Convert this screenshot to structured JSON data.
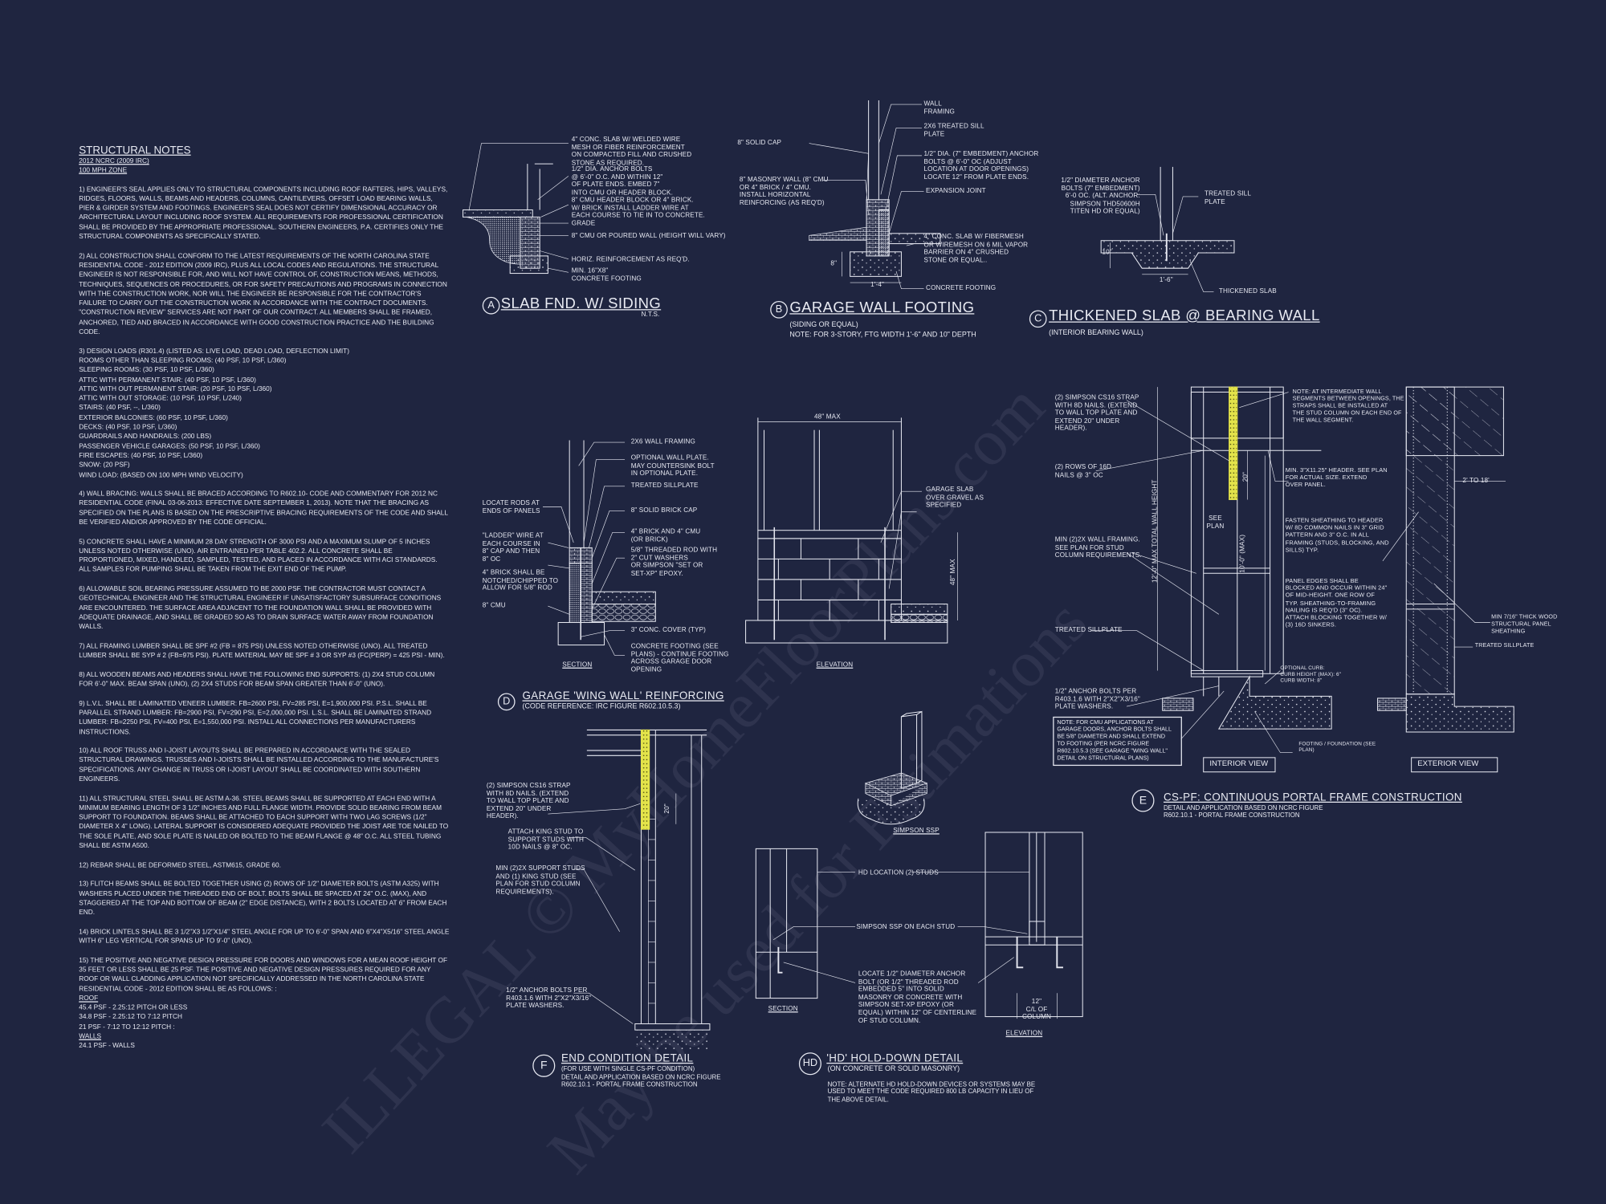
{
  "colors": {
    "background": "#1f2540",
    "linework": "#e6e8f1",
    "strap_highlight": "#e3e34a"
  },
  "notes": {
    "title": "STRUCTURAL NOTES",
    "code": "2012 NCRC (2009 IRC)",
    "zone": "100 mph ZONE",
    "p1": "1) ENGINEER'S SEAL APPLIES ONLY TO STRUCTURAL COMPONENTS INCLUDING ROOF RAFTERS, HIPS, VALLEYS, RIDGES, FLOORS, WALLS, BEAMS AND HEADERS, COLUMNS, CANTILEVERS, OFFSET LOAD BEARING WALLS, PIER & GIRDER SYSTEM AND FOOTINGS. ENGINEER'S SEAL DOES NOT CERTIFY DIMENSIONAL ACCURACY OR ARCHITECTURAL LAYOUT INCLUDING ROOF SYSTEM. ALL REQUIREMENTS FOR PROFESSIONAL CERTIFICATION SHALL BE PROVIDED BY THE APPROPRIATE PROFESSIONAL. SOUTHERN ENGINEERS, P.A. CERTIFIES ONLY THE STRUCTURAL COMPONENTS AS SPECIFICALLY STATED.",
    "p2": "2) ALL CONSTRUCTION SHALL CONFORM TO THE LATEST REQUIREMENTS OF THE NORTH CAROLINA STATE RESIDENTIAL CODE - 2012 EDITION (2009 IRC), PLUS ALL LOCAL CODES AND REGULATIONS. THE STRUCTURAL ENGINEER IS NOT RESPONSIBLE FOR, AND WILL NOT HAVE CONTROL OF, CONSTRUCTION MEANS, METHODS, TECHNIQUES, SEQUENCES OR PROCEDURES, OR FOR SAFETY PRECAUTIONS AND PROGRAMS IN CONNECTION WITH THE CONSTRUCTION WORK, NOR WILL THE ENGINEER BE RESPONSIBLE FOR THE CONTRACTOR'S FAILURE TO CARRY OUT THE CONSTRUCTION WORK IN ACCORDANCE WITH THE CONTRACT DOCUMENTS. \"CONSTRUCTION REVIEW\" SERVICES ARE NOT PART OF OUR CONTRACT. ALL MEMBERS SHALL BE FRAMED, ANCHORED, TIED AND BRACED IN ACCORDANCE WITH GOOD CONSTRUCTION PRACTICE AND THE BUILDING CODE.",
    "p3_lines": [
      "3) DESIGN LOADS (R301.4) (LISTED AS: LIVE LOAD, DEAD LOAD, DEFLECTION LIMIT)",
      "ROOMS OTHER THAN SLEEPING ROOMS: (40 PSF, 10 PSF, L/360)",
      "SLEEPING ROOMS: (30 PSF, 10 PSF, L/360)",
      "ATTIC WITH PERMANENT STAIR: (40 PSF, 10 PSF, L/360)",
      "ATTIC WITH OUT PERMANENT STAIR: (20 PSF, 10 PSF, L/360)",
      "ATTIC WITH OUT STORAGE: (10 PSF, 10 PSF, L/240)",
      "STAIRS: (40 PSF, --, L/360)",
      "EXTERIOR BALCONIES: (60 PSF, 10 PSF, L/360)",
      "DECKS: (40 PSF, 10 PSF, L/360)",
      "GUARDRAILS AND HANDRAILS: (200 LBS)",
      "PASSENGER VEHICLE GARAGES: (50 PSF, 10 PSF, L/360)",
      "FIRE ESCAPES: (40 PSF, 10 PSF, L/360)",
      "SNOW: (20 PSF)",
      "WIND LOAD: (BASED ON 100 MPH WIND VELOCITY)"
    ],
    "p4": "4) WALL BRACING: WALLS SHALL BE BRACED ACCORDING TO R602.10- CODE AND COMMENTARY FOR 2012 NC RESIDENTIAL CODE (FINAL 03-06-2013: EFFECTIVE DATE SEPTEMBER 1, 2013). NOTE THAT THE BRACING AS SPECIFIED ON THE PLANS IS BASED ON THE PRESCRIPTIVE BRACING REQUIREMENTS OF THE CODE AND SHALL BE VERIFIED AND/OR APPROVED BY THE CODE OFFICIAL.",
    "p5": "5) CONCRETE SHALL HAVE A MINIMUM 28 DAY STRENGTH OF 3000 PSI AND A MAXIMUM SLUMP OF 5 INCHES UNLESS NOTED OTHERWISE (UNO). AIR ENTRAINED PER TABLE 402.2. ALL CONCRETE SHALL BE PROPORTIONED, MIXED, HANDLED, SAMPLED, TESTED, AND PLACED IN ACCORDANCE WITH ACI STANDARDS. ALL SAMPLES FOR PUMPING SHALL BE TAKEN FROM THE EXIT END OF THE PUMP.",
    "p6": "6) ALLOWABLE SOIL BEARING PRESSURE ASSUMED TO BE 2000 PSF. THE CONTRACTOR MUST CONTACT A GEOTECHNICAL ENGINEER AND THE STRUCTURAL ENGINEER IF UNSATISFACTORY SUBSURFACE CONDITIONS ARE ENCOUNTERED. THE SURFACE AREA ADJACENT TO THE FOUNDATION WALL SHALL BE PROVIDED WITH ADEQUATE DRAINAGE, AND SHALL BE GRADED SO AS TO DRAIN SURFACE WATER AWAY FROM FOUNDATION WALLS.",
    "p7": "7) ALL FRAMING LUMBER SHALL BE SPF #2 (Fb = 875 PSI) UNLESS NOTED OTHERWISE (UNO). ALL TREATED LUMBER SHALL BE SYP # 2 (Fb=975 PSI). PLATE MATERIAL MAY BE SPF # 3 OR SYP #3 (Fc(perp) = 425 PSI - MIN).",
    "p8": "8) ALL WOODEN BEAMS AND HEADERS SHALL HAVE THE FOLLOWING END SUPPORTS: (1) 2x4 STUD COLUMN FOR 6'-0\" MAX. BEAM SPAN (UNO), (2) 2X4 STUDS FOR BEAM SPAN GREATER THAN 6'-0\" (UNO).",
    "p9": "9) L.V.L. SHALL BE LAMINATED VENEER LUMBER: Fb=2600 PSI, Fv=285 PSI, E=1,900,000 PSI. P.S.L. SHALL BE PARALLEL STRAND LUMBER: Fb=2900 PSI, Fv=290 PSI, E=2,000,000 PSI. L.S.L. SHALL BE LAMINATED STRAND LUMBER: Fb=2250 PSI, Fv=400 PSI, E=1,550,000 PSI. INSTALL ALL CONNECTIONS PER MANUFACTURERS INSTRUCTIONS.",
    "p10": "10) ALL ROOF TRUSS AND I-JOIST LAYOUTS SHALL BE PREPARED IN ACCORDANCE WITH THE SEALED STRUCTURAL DRAWINGS. TRUSSES AND I-JOISTS SHALL BE INSTALLED ACCORDING TO THE MANUFACTURE'S SPECIFICATIONS. ANY CHANGE IN TRUSS OR I-JOIST LAYOUT SHALL BE COORDINATED WITH SOUTHERN ENGINEERS.",
    "p11": "11) ALL STRUCTURAL STEEL SHALL BE ASTM A-36. STEEL BEAMS SHALL BE SUPPORTED AT EACH END WITH A MINIMUM BEARING LENGTH OF 3 1/2\" INCHES AND FULL FLANGE WIDTH. PROVIDE SOLID BEARING FROM BEAM SUPPORT TO FOUNDATION. BEAMS SHALL BE ATTACHED TO EACH SUPPORT WITH TWO LAG SCREWS (1/2\" DIAMETER x 4\" LONG). LATERAL SUPPORT IS CONSIDERED ADEQUATE PROVIDED THE JOIST ARE TOE NAILED TO THE SOLE PLATE, AND SOLE PLATE IS NAILED OR BOLTED TO THE BEAM FLANGE @ 48\" O.C. ALL STEEL TUBING SHALL BE ASTM A500.",
    "p12": "12) REBAR SHALL BE DEFORMED STEEL, ASTM615, GRADE 60.",
    "p13": "13) FLITCH BEAMS SHALL BE BOLTED TOGETHER USING (2) ROWS OF 1/2\" DIAMETER BOLTS (ASTM A325) WITH WASHERS PLACED UNDER THE THREADED END OF BOLT. BOLTS SHALL BE SPACED AT 24\" O.C. (MAX), AND STAGGERED AT THE TOP AND BOTTOM OF BEAM (2\" EDGE DISTANCE), WITH 2 BOLTS LOCATED AT 6\" FROM EACH END.",
    "p14": "14) BRICK LINTELS SHALL BE 3 1/2\"x3 1/2\"x1/4\" STEEL ANGLE FOR UP TO 6'-0\" SPAN AND 6\"x4\"x5/16\" STEEL ANGLE WITH 6\" LEG VERTICAL FOR SPANS UP TO 9'-0\" (UNO).",
    "p15": "15) THE POSITIVE AND NEGATIVE DESIGN PRESSURE FOR DOORS AND WINDOWS FOR A MEAN ROOF HEIGHT OF 35 FEET OR LESS SHALL BE 25 PSF. THE POSITIVE AND NEGATIVE DESIGN PRESSURES REQUIRED FOR ANY ROOF OR WALL CLADDING APPLICATION NOT SPECIFICALLY ADDRESSED IN THE NORTH CAROLINA STATE RESIDENTIAL CODE - 2012 EDITION SHALL BE AS FOLLOWS: :",
    "roof_heading": "ROOF",
    "roof_lines": [
      "45.4 PSF - 2.25:12 PITCH OR LESS",
      "34.8 PSF - 2.25:12 TO 7:12 PITCH",
      "21 PSF - 7:12 TO 12:12 PITCH :"
    ],
    "walls_heading": "WALLS",
    "walls_lines": [
      "24.1 PSF - WALLS"
    ]
  },
  "detail_a": {
    "letter": "A",
    "title": "SLAB FND. W/ SIDING",
    "scale": "N.T.S.",
    "labels": [
      "4\" CONC. SLAB W/ WELDED WIRE\nMESH OR FIBER REINFORCEMENT\nON COMPACTED FILL AND CRUSHED\nSTONE AS REQUIRED.",
      "1/2\" DIA. ANCHOR BOLTS\n@ 6'-0\" O.C. AND WITHIN 12\"\nOF PLATE ENDS. EMBED 7\"\nINTO CMU OR HEADER BLOCK.",
      "8\" CMU HEADER BLOCK OR 4\" BRICK.\nW/ BRICK INSTALL LADDER WIRE AT\nEACH COURSE TO TIE IN TO CONCRETE.",
      "GRADE",
      "8\" CMU OR POURED WALL (HEIGHT WILL VARY)",
      "HORIZ. REINFORCEMENT AS REQ'D.",
      "MIN. 16\"X8\"\nCONCRETE FOOTING"
    ]
  },
  "detail_b": {
    "letter": "B",
    "title": "GARAGE WALL FOOTING",
    "subtitle": "(SIDING OR EQUAL)",
    "note": "NOTE: FOR 3-STORY, FTG WIDTH 1'-6\" AND 10\" DEPTH",
    "labels": [
      "WALL\nFRAMING",
      "2x6 TREATED SILL\nPLATE",
      "8\" SOLID CAP",
      "1/2\" DIA. (7\" EMBEDMENT) ANCHOR\nBOLTS @ 6'-0\" OC (ADJUST\nLOCATION AT DOOR OPENINGS)\nLOCATE 12\" FROM PLATE ENDS.",
      "8\" MASONRY WALL (8\" CMU\nOR 4\" BRICK / 4\" CMU.\nINSTALL HORIZONTAL\nREINFORCING (AS REQ'D)",
      "EXPANSION JOINT",
      "4\" CONC. SLAB w/ FIBERMESH\nOR WIREMESH ON 6 MIL VAPOR\nBARRIER ON 4\" CRUSHED\nSTONE OR EQUAL..",
      "CONCRETE FOOTING"
    ],
    "dims": [
      "8\"",
      "1'-4\""
    ]
  },
  "detail_c": {
    "letter": "C",
    "title": "THICKENED SLAB @ BEARING WALL",
    "subtitle": "(INTERIOR BEARING WALL)",
    "labels": [
      "1/2\" DIAMETER ANCHOR\nBOLTS (7\" EMBEDMENT)\n6'-0 OC. (ALT. ANCHOR:\nSIMPSON THD50600H\nTITEN HD OR EQUAL)",
      "TREATED SILL\nPLATE",
      "THICKENED SLAB"
    ],
    "dims": [
      "10\"",
      "1'-6\""
    ]
  },
  "detail_d": {
    "letter": "D",
    "title": "GARAGE 'WING WALL' REINFORCING",
    "subtitle": "(CODE REFERENCE: IRC FIGURE R602.10.5.3)",
    "section_label": "SECTION",
    "elevation_label": "ELEVATION",
    "labels": [
      "LOCATE RODS AT\nENDS OF PANELS",
      "\"LADDER\" WIRE AT\nEACH COURSE IN\n8\" CAP AND THEN\n8\" OC",
      "4\" BRICK SHALL BE\nNOTCHED/CHIPPED TO\nALLOW FOR 5/8\" ROD",
      "8\" CMU",
      "2x6 WALL FRAMING",
      "OPTIONAL WALL PLATE.\nMAY COUNTERSINK BOLT\nIN OPTIONAL PLATE.",
      "TREATED SILLPLATE",
      "8\" SOLID BRICK CAP",
      "4\" BRICK AND 4\" CMU\n(OR BRICK)",
      "5/8\" THREADED ROD WITH\n2\" CUT WASHERS\nOR SIMPSON \"SET OR\nSET-XP\" EPOXY.",
      "3\" CONC. COVER (TYP)",
      "CONCRETE FOOTING (SEE\nPLANS) - CONTINUE FOOTING\nACROSS GARAGE DOOR\nOPENING",
      "GARAGE SLAB\nOVER GRAVEL AS\nSPECIFIED"
    ],
    "dims": [
      "48\" MAX",
      "48\" MAX"
    ]
  },
  "detail_e": {
    "letter": "E",
    "title": "CS-PF: CONTINUOUS PORTAL FRAME CONSTRUCTION",
    "subtitle": "DETAIL AND APPLICATION BASED ON NCRC FIGURE\nR602.10.1 - PORTAL FRAME CONSTRUCTION",
    "interior_view": "INTERIOR VIEW",
    "exterior_view": "EXTERIOR VIEW",
    "labels": [
      "(2) SIMPSON CS16 STRAP\nWITH 8d NAILS. (EXTEND\nTO WALL TOP PLATE AND\nEXTEND 20\" UNDER\nHEADER).",
      "(2) ROWS OF 16d\nNAILS @ 3\" OC",
      "MIN (2)2X WALL FRAMING.\nSEE PLAN FOR STUD\nCOLUMN REQUIREMENTS.",
      "TREATED SILLPLATE",
      "1/2\" ANCHOR BOLTS PER\nR403.1.6 WITH 2\"x2\"x3/16\"\nPLATE WASHERS.",
      "NOTE: AT INTERMEDIATE WALL\nSEGMENTS BETWEEN OPENINGS, THE\nSTRAPS SHALL BE INSTALLED AT\nTHE STUD COLUMN ON EACH END OF\nTHE WALL SEGMENT.",
      "MIN. 3\"x11.25\" HEADER. SEE PLAN\nFOR ACTUAL SIZE. EXTEND\nOVER PANEL.",
      "FASTEN SHEATHING TO HEADER\nW/ 8d COMMON NAILS IN 3\" GRID\nPATTERN AND 3\" O.C. IN ALL\nFRAMING (STUDS, BLOCKING, AND\nSILLS) TYP.",
      "PANEL EDGES SHALL BE\nBLOCKED AND OCCUR WITHIN 24\"\nOF MID-HEIGHT. ONE ROW OF\nTYP. SHEATHING-TO-FRAMING\nNAILING IS REQ'D (3\" OC).\nATTACH BLOCKING TOGETHER W/\n(3) 16d SINKERS.",
      "OPTIONAL CURB:\nCURB HEIGHT (MAX): 6\"\nCURB WIDTH: 8\"",
      "FOOTING / FOUNDATION (SEE\nPLAN)",
      "MIN 7/16\" THICK WOOD\nSTRUCTURAL PANEL\nSHEATHING",
      "TREATED SILLPLATE",
      "SEE\nPLAN"
    ],
    "note_box": "NOTE: FOR CMU APPLICATIONS AT\nGARAGE DOORS, ANCHOR BOLTS SHALL\nBE 5/8\" DIAMETER AND SHALL EXTEND\nTO FOOTING (PER NCRC FIGURE\nR602.10.5.3 (SEE GARAGE \"WING WALL\"\nDETAIL ON STRUCTURAL PLANS)",
    "dims": [
      "12'-0\" MAX TOTAL WALL HEIGHT",
      "10'-0\" (MAX)",
      "20\"",
      "2' TO 18'"
    ]
  },
  "detail_f": {
    "letter": "F",
    "title": "END CONDITION DETAIL",
    "subtitle": "(FOR USE WITH SINGLE CS-PF CONDITION)\nDETAIL AND APPLICATION BASED ON NCRC FIGURE\nR602.10.1 - PORTAL FRAME CONSTRUCTION",
    "labels": [
      "(2) SIMPSON CS16 STRAP\nWITH 8d NAILS. (EXTEND\nTO WALL TOP PLATE AND\nEXTEND 20\" UNDER\nHEADER).",
      "ATTACH KING STUD TO\nSUPPORT STUDS WITH\n10d NAILS @ 8\" OC.",
      "MIN (2)2X SUPPORT STUDS\nAND (1) KING STUD (SEE\nPLAN FOR STUD COLUMN\nREQUIREMENTS).",
      "1/2\" ANCHOR BOLTS PER\nR403.1.6 WITH 2\"x2\"x3/16\"\nPLATE WASHERS."
    ],
    "dims": [
      "20\""
    ]
  },
  "simpson_ssp": {
    "label": "SIMPSON SSP"
  },
  "detail_hd": {
    "letter": "HD",
    "title": "'HD' HOLD-DOWN DETAIL",
    "subtitle": "(ON CONCRETE OR SOLID MASONRY)",
    "note": "NOTE: ALTERNATE HD HOLD-DOWN DEVICES OR SYSTEMS MAY BE\nUSED TO MEET THE CODE REQUIRED 800 LB CAPACITY IN LIEU OF\nTHE ABOVE DETAIL.",
    "section_label": "SECTION",
    "elevation_label": "ELEVATION",
    "labels": [
      "HD LOCATION (2) STUDS",
      "SIMPSON SSP ON EACH STUD",
      "LOCATE 1/2\" DIAMETER ANCHOR\nBOLT (OR 1/2\" THREADED ROD\nEMBEDDED 5\" INTO SOLID\nMASONRY OR CONCRETE WITH\nSIMPSON SET-XP EPOXY (OR\nEQUAL) WITHIN 12\" OF CENTERLINE\nOF STUD COLUMN."
    ],
    "dims": [
      "12\"\nC/L OF\nCOLUMN"
    ]
  },
  "watermark": [
    "ILLEGAL © MyHomeFloorPlans.com",
    "May be used for Estimations"
  ]
}
